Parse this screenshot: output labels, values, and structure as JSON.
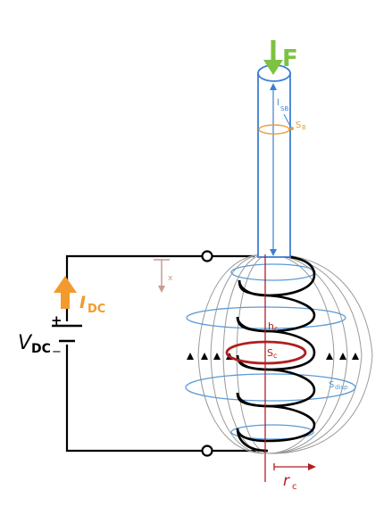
{
  "labels": {
    "force": "F",
    "current": "I",
    "current_sub": "DC",
    "voltage": "V",
    "voltage_sub": "DC",
    "plus": "+",
    "minus": "−",
    "bar_length": "l",
    "bar_length_sub": "SB",
    "bar_section": "S",
    "bar_section_sub": "B",
    "displacement": "x",
    "coil_height": "h",
    "coil_height_sub": "c",
    "coil_section": "S",
    "coil_section_sub": "c",
    "dispersion_section": "S",
    "dispersion_section_sub": "disp",
    "coil_radius": "r",
    "coil_radius_sub": "c"
  },
  "colors": {
    "force": "#7dc242",
    "current": "#f39a2e",
    "bar": "#3a7fd5",
    "bar_section": "#e8a23c",
    "displacement": "#c99a90",
    "coil": "#000000",
    "coil_highlight": "#b01f1f",
    "flux": "#5b9bd5",
    "field_lines": "#8c8c8c",
    "axis": "#b01f1f",
    "wire": "#000000"
  },
  "icons": {
    "force": "down-arrow-icon",
    "current": "up-arrow-icon",
    "battery": "battery-icon",
    "terminal": "terminal-circle-icon",
    "field_direction": "triangle-up-icon"
  }
}
